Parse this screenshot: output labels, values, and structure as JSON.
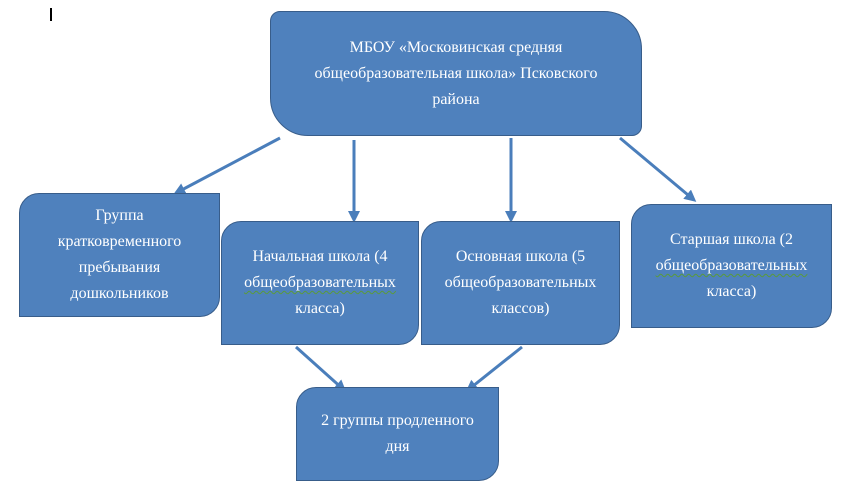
{
  "diagram": {
    "root": {
      "lines": [
        "МБОУ «Московинская средняя",
        "общеобразовательная школа» Псковского",
        "района"
      ]
    },
    "preschool": {
      "lines": [
        "Группа",
        "кратковременного",
        "пребывания",
        "дошкольников"
      ]
    },
    "primary": {
      "lines": [
        "Начальная школа (4",
        "общеобразовательных",
        "класса)"
      ]
    },
    "basic": {
      "lines": [
        "Основная школа (5",
        "общеобразовательных",
        "классов)"
      ]
    },
    "senior": {
      "lines": [
        "Старшая школа (2",
        "общеобразовательных",
        "класса)"
      ]
    },
    "extended": {
      "lines": [
        "2 группы продленного",
        "дня"
      ]
    },
    "edges": [
      {
        "from": "root",
        "to": "preschool"
      },
      {
        "from": "root",
        "to": "primary"
      },
      {
        "from": "root",
        "to": "basic"
      },
      {
        "from": "root",
        "to": "senior"
      },
      {
        "from": "primary",
        "to": "extended"
      },
      {
        "from": "basic",
        "to": "extended"
      }
    ]
  },
  "colors": {
    "box_fill": "#4f81bd",
    "box_border": "#385d8a",
    "text": "#ffffff",
    "arrow": "#4a7ebb"
  }
}
